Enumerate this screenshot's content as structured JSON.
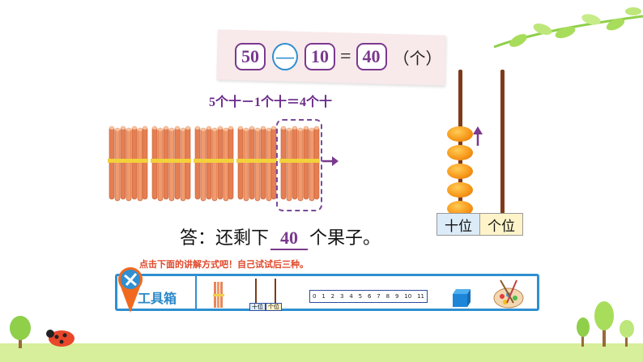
{
  "equation": {
    "minuend": "50",
    "operator": "—",
    "subtrahend": "10",
    "equals": "=",
    "result": "40",
    "unit": "（个）"
  },
  "subline": "5个十－1个十＝4个十",
  "answer": {
    "prefix": "答：还剩下",
    "value": "40",
    "suffix": "个果子。"
  },
  "abacus": {
    "tens_label": "十位",
    "ones_label": "个位",
    "tens_beads": 5,
    "ones_beads": 0
  },
  "toolbox": {
    "prompt": "点击下面的讲解方式吧！自己试试后三种。",
    "title": "工具箱",
    "mini_tens": "十位",
    "mini_ones": "个位",
    "ruler_ticks": [
      "0",
      "1",
      "2",
      "3",
      "4",
      "5",
      "6",
      "7",
      "8",
      "9",
      "10",
      "11"
    ]
  },
  "colors": {
    "accent_purple": "#7a3a8e",
    "toolbar_blue": "#2f8fd1",
    "prompt_red": "#e0472a",
    "bead_orange": "#f79a1c"
  }
}
